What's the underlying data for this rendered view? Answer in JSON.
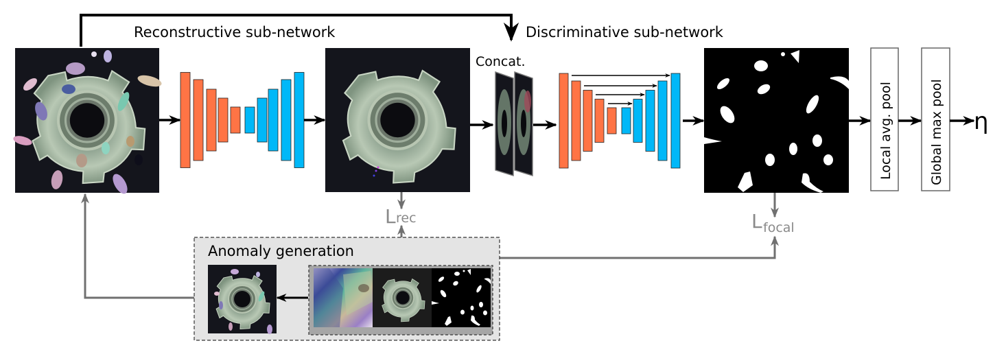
{
  "title_top_left": "Reconstructive sub-network",
  "title_top_right": "Discriminative sub-network",
  "concat_label": "Concat.",
  "pool_local": "Local avg. pool",
  "pool_global": "Global max pool",
  "output_symbol": "η",
  "loss_rec": {
    "main": "L",
    "sub": "rec"
  },
  "loss_focal": {
    "main": "L",
    "sub": "focal"
  },
  "anomaly_box_title": "Anomaly generation",
  "colors": {
    "encoder": "#ff7445",
    "decoder": "#00b8f8",
    "arrow_black": "#000000",
    "arrow_gray": "#707070",
    "loss_text": "#8a8a8a",
    "anomaly_box_bg": "#e4e4e4",
    "image_bg": "#14151c",
    "mask_bg": "#000000"
  },
  "images": {
    "augmented_input": "augmented-input-image",
    "reconstruction": "reconstruction-image",
    "concat_stack": "concatenated-images",
    "predicted_mask": "predicted-anomaly-mask",
    "anomaly_source_texture": "anomaly-source-texture",
    "anomaly_free_image": "anomaly-free-image",
    "anomaly_mask": "anomaly-mask",
    "generated_anomaly": "generated-anomaly-image"
  }
}
